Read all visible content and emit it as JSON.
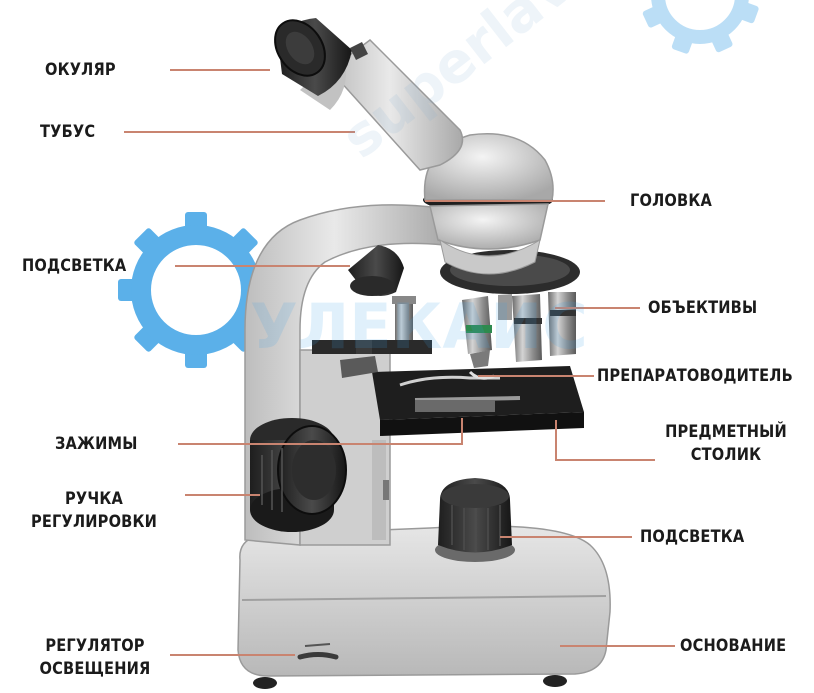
{
  "colors": {
    "leader": "#c98470",
    "label": "#1b1b1b",
    "watermark_gear": "#3fa3e6",
    "watermark_text": "#a9cde6"
  },
  "watermark": {
    "logo_text": "УЛЕКАИС",
    "site_text": "superlaves.ru"
  },
  "labels": {
    "ocular": "ОКУЛЯР",
    "tube": "ТУБУС",
    "head": "ГОЛОВКА",
    "light_top": "ПОДСВЕТКА",
    "objectives": "ОБЪЕКТИВЫ",
    "slide_holder": "ПРЕПАРАТОВОДИТЕЛЬ",
    "clamps": "ЗАЖИМЫ",
    "stage_line1": "ПРЕДМЕТНЫЙ",
    "stage_line2": "СТОЛИК",
    "knob_line1": "РУЧКА",
    "knob_line2": "РЕГУЛИРОВКИ",
    "light_bottom": "ПОДСВЕТКА",
    "base": "ОСНОВАНИЕ",
    "light_reg_line1": "РЕГУЛЯТОР",
    "light_reg_line2": "ОСВЕЩЕНИЯ"
  }
}
